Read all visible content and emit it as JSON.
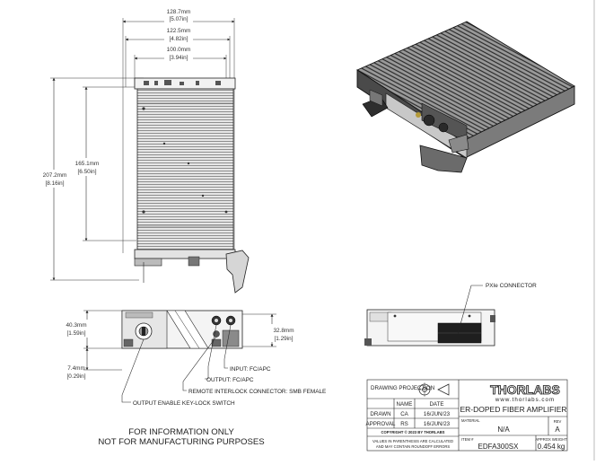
{
  "top_view": {
    "dimensions": [
      {
        "id": "width_overall",
        "mm": "128.7mm",
        "in": "[5.07in]"
      },
      {
        "id": "width_mid",
        "mm": "122.5mm",
        "in": "[4.82in]"
      },
      {
        "id": "width_inner",
        "mm": "100.0mm",
        "in": "[3.94in]"
      },
      {
        "id": "height_overall",
        "mm": "207.2mm",
        "in": "[8.16in]"
      },
      {
        "id": "height_body",
        "mm": "165.1mm",
        "in": "[6.50in]"
      }
    ]
  },
  "front_view": {
    "dimensions": [
      {
        "id": "front_height",
        "mm": "40.3mm",
        "in": "[1.59in]"
      },
      {
        "id": "front_offset",
        "mm": "7.4mm",
        "in": "[0.29in]"
      },
      {
        "id": "connector_height",
        "mm": "32.8mm",
        "in": "[1.29in]"
      }
    ],
    "callouts": {
      "input": "INPUT: FC/APC",
      "output": "OUTPUT: FC/APC",
      "interlock": "REMOTE INTERLOCK CONNECTOR: SMB FEMALE",
      "keylock": "OUTPUT ENABLE KEY-LOCK SWITCH"
    }
  },
  "rear_view": {
    "callout": "PXIe CONNECTOR"
  },
  "disclaimer": {
    "line1": "FOR INFORMATION ONLY",
    "line2": "NOT FOR MANUFACTURING PURPOSES"
  },
  "title_block": {
    "drawing_projection": "DRAWING PROJECTION",
    "col_name": "NAME",
    "col_date": "DATE",
    "drawn_label": "DRAWN",
    "drawn_name": "CA",
    "drawn_date": "16/JUN/23",
    "approval_label": "APPROVAL",
    "approval_name": "RS",
    "approval_date": "16/JUN/23",
    "copyright": "COPYRIGHT © 2023 BY THORLABS",
    "note1": "VALUES IN PARENTHESIS ARE CALCULATED",
    "note2": "AND MAY CONTAIN ROUNDOFF ERRORS",
    "logo": "THORLABS",
    "url": "www.thorlabs.com",
    "title": "ER-DOPED FIBER AMPLIFIER",
    "material_label": "MATERIAL",
    "material_value": "N/A",
    "rev_label": "REV",
    "rev_value": "A",
    "item_label": "ITEM #",
    "item_value": "EDFA300SX",
    "weight_label": "APPROX WEIGHT",
    "weight_value": "0.454 kg"
  },
  "colors": {
    "line": "#222222",
    "dimension": "#333333",
    "body_gray": "#cfcfcf",
    "dark_metal": "#3a3a3a",
    "handle": "#6b6b6b"
  }
}
